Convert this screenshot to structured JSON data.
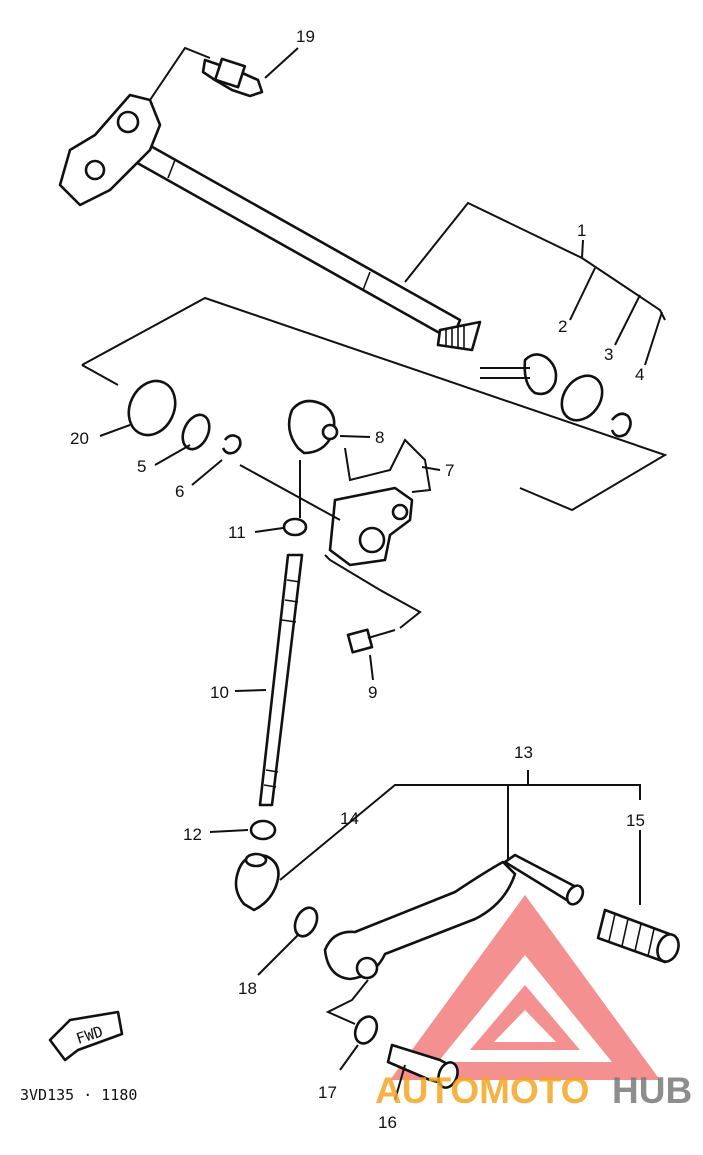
{
  "callouts": [
    "1",
    "2",
    "3",
    "4",
    "5",
    "6",
    "7",
    "8",
    "9",
    "10",
    "11",
    "12",
    "13",
    "14",
    "15",
    "16",
    "17",
    "18",
    "19",
    "20"
  ],
  "direction_marker": "FWD",
  "drawing_code": "3VD135 · 1180",
  "watermark": {
    "text_orange": "AUTOMOTO",
    "text_grey": "HUB",
    "color_orange": "#f5a623",
    "color_grey": "#7a7a7a",
    "color_logo": "#f26b6b"
  }
}
